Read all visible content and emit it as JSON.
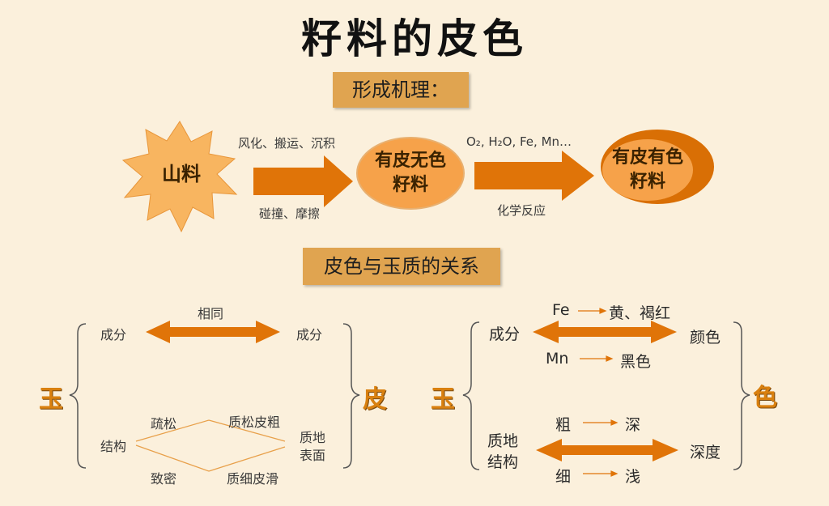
{
  "title": "籽料的皮色",
  "section1": {
    "banner": "形成机理：",
    "source_node": "山料",
    "arrow1_top_label": "风化、搬运、沉积",
    "arrow1_bottom_label": "碰撞、摩擦",
    "middle_node_line1": "有皮无色",
    "middle_node_line2": "籽料",
    "arrow2_top_label": "O₂, H₂O, Fe, Mn…",
    "arrow2_bottom_label": "化学反应",
    "final_node_line1": "有皮有色",
    "final_node_line2": "籽料"
  },
  "section2": {
    "banner": "皮色与玉质的关系",
    "left": {
      "side_left": "玉",
      "side_right": "皮",
      "same_label": "相同",
      "comp_left": "成分",
      "comp_right": "成分",
      "struct": "结构",
      "loose": "疏松",
      "dense": "致密",
      "loose_result": "质松皮粗",
      "dense_result": "质细皮滑",
      "surface_line1": "质地",
      "surface_line2": "表面"
    },
    "right": {
      "side_left": "玉",
      "side_right": "色",
      "comp": "成分",
      "color": "颜色",
      "fe": "Fe",
      "fe_result": "黄、褐红",
      "mn": "Mn",
      "mn_result": "黑色",
      "texture_line1": "质地",
      "texture_line2": "结构",
      "depth": "深度",
      "coarse": "粗",
      "deep": "深",
      "fine": "细",
      "shallow": "浅"
    }
  },
  "colors": {
    "arrow": "#e07408",
    "node_fill": "#f6a24a",
    "node_ring": "#d96f05",
    "star_fill": "#f8b560",
    "banner": "#e0a450",
    "accent_text": "#d9800f"
  }
}
